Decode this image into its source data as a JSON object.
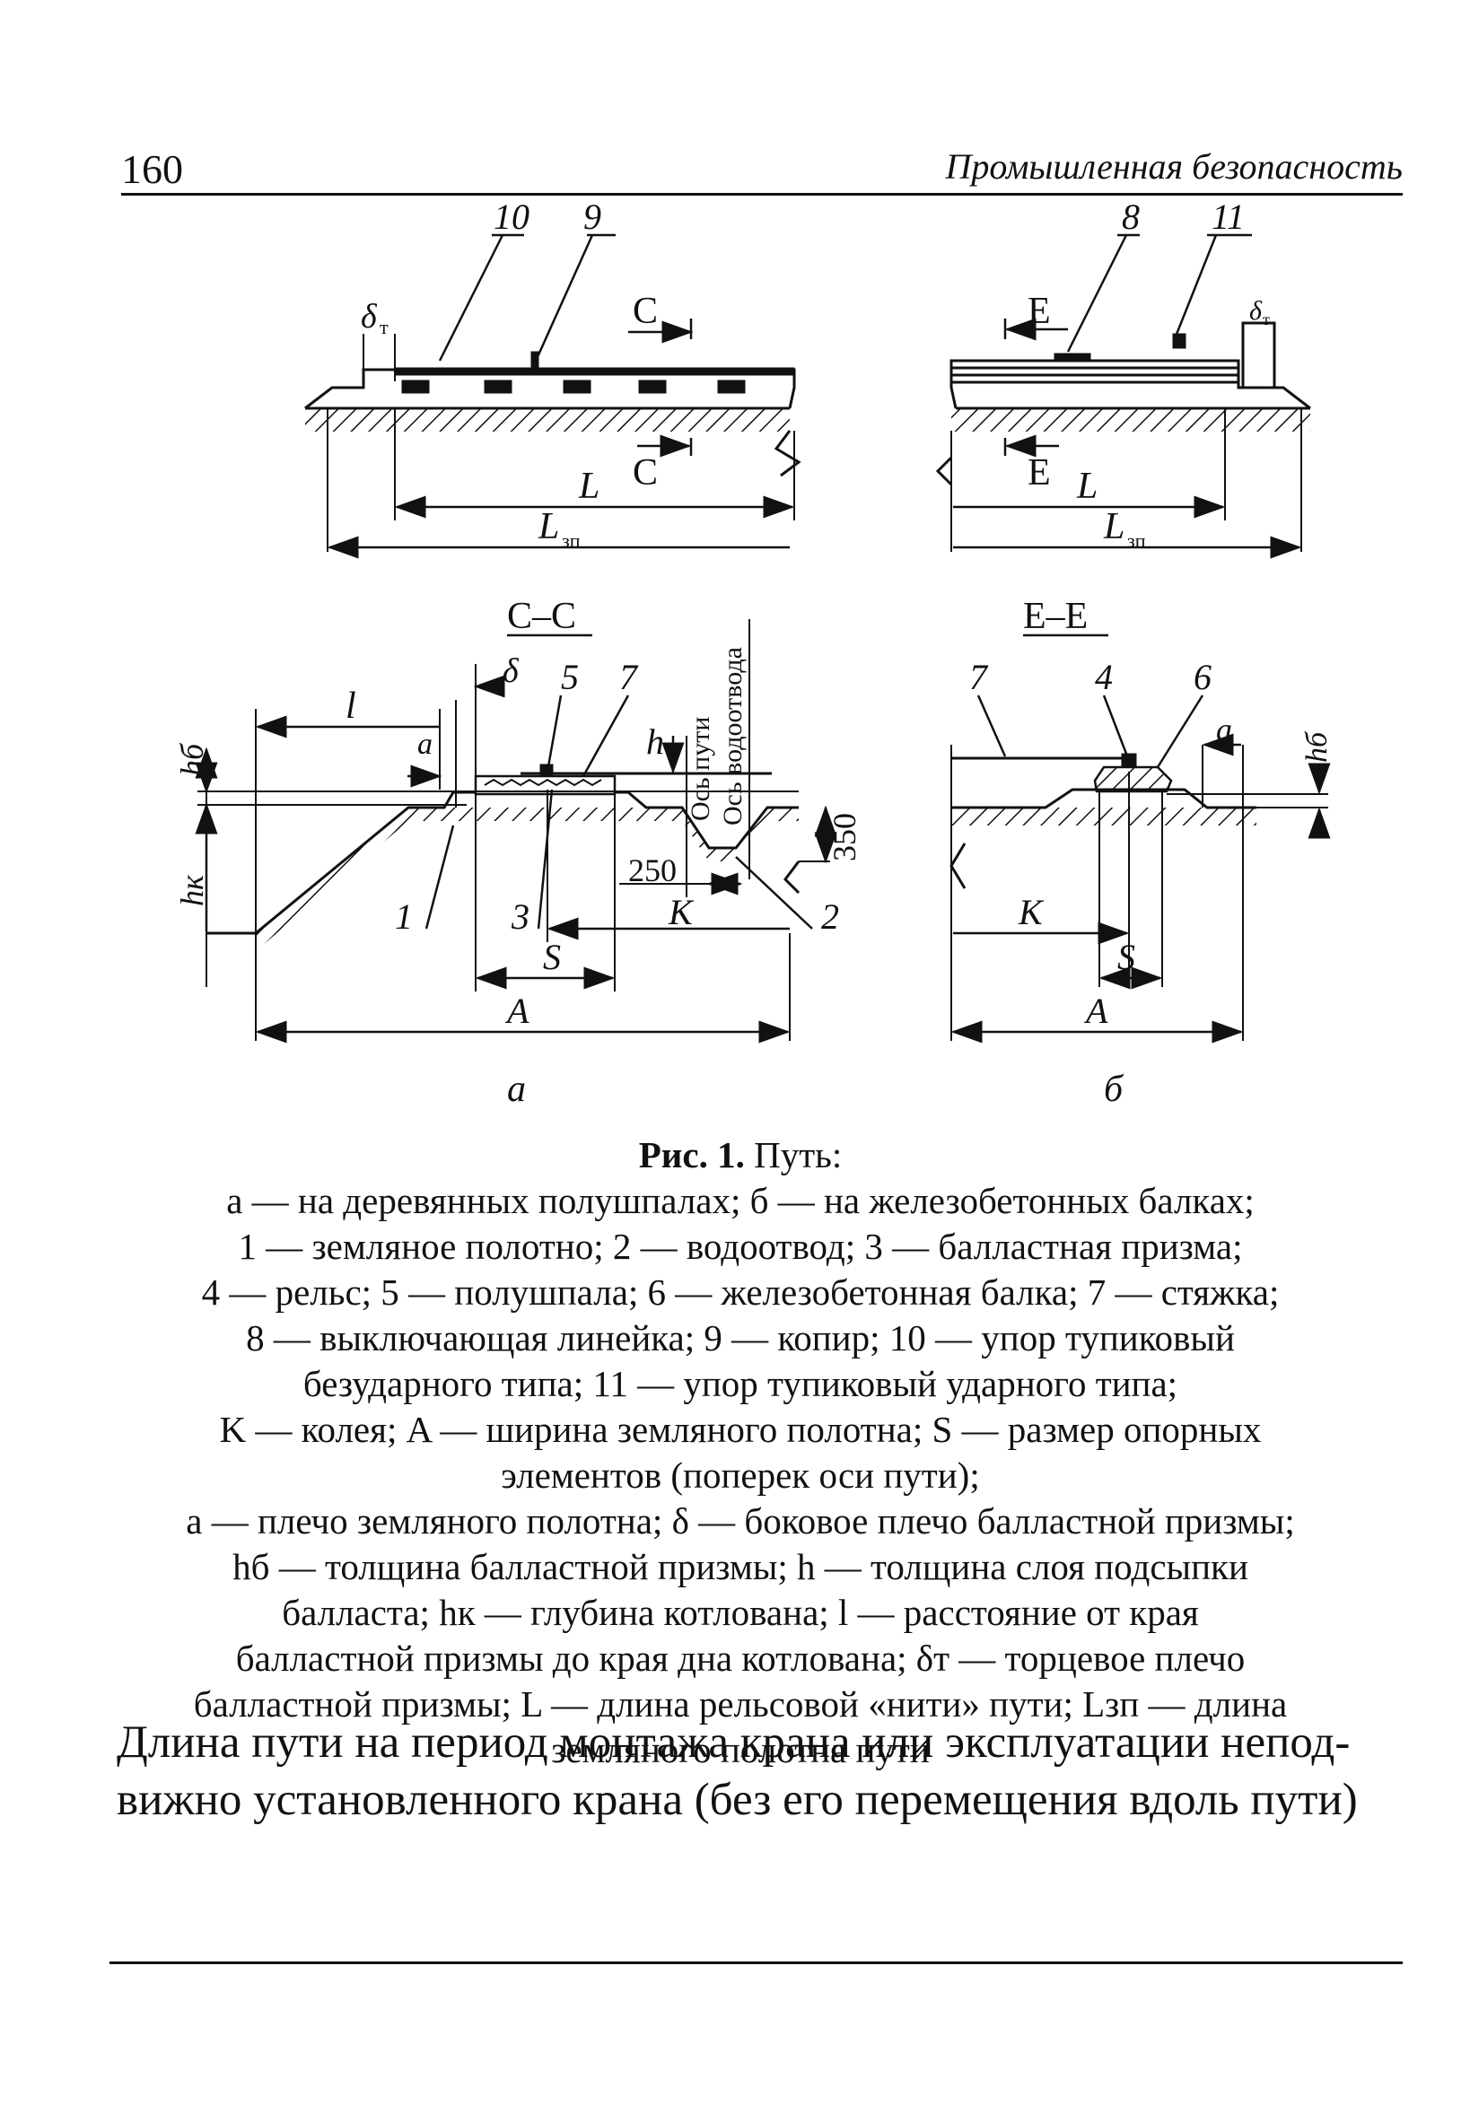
{
  "header": {
    "page_number": "160",
    "running_title": "Промышленная безопасность"
  },
  "figure": {
    "labels_a": [
      "10",
      "9",
      "С",
      "С",
      "L",
      "Lзп",
      "δт",
      "С–С",
      "δ",
      "5",
      "7",
      "l",
      "a",
      "h",
      "hб",
      "hк",
      "Ось пути",
      "Ось водоотвода",
      "350",
      "250",
      "K",
      "1",
      "3",
      "2",
      "S",
      "A"
    ],
    "labels_b": [
      "8",
      "11",
      "Е",
      "Е",
      "L",
      "Lзп",
      "δт",
      "Е–Е",
      "7",
      "4",
      "6",
      "a",
      "hб",
      "K",
      "S",
      "A"
    ],
    "sub_a": "а",
    "sub_b": "б"
  },
  "caption": {
    "title": "Рис. 1.",
    "title_rest": " Путь:",
    "lines": [
      "а — на деревянных полушпалах; б — на железобетонных балках;",
      "1 — земляное полотно; 2 — водоотвод; 3 — балластная призма;",
      "4 — рельс; 5 — полушпала; 6 — железобетонная балка; 7 — стяжка;",
      "8 — выключающая линейка; 9 — копир; 10 — упор тупиковый",
      "безударного типа; 11 — упор тупиковый ударного типа;",
      "K — колея; A — ширина земляного полотна; S — размер опорных",
      "элементов (поперек оси пути);",
      "а — плечо земляного полотна; δ — боковое плечо балластной призмы;",
      "hб — толщина балластной призмы; h — толщина слоя подсыпки",
      "балласта; hк — глубина котлована; l — расстояние от края",
      "балластной призмы до края дна котлована; δт — торцевое плечо",
      "балластной призмы; L — длина рельсовой «нити» пути; Lзп — длина",
      "земляного полотна пути"
    ]
  },
  "body": {
    "lines": [
      "Длина пути на период монтажа крана или эксплуатации непод-",
      "вижно установленного крана (без его перемещения вдоль пути)"
    ]
  }
}
